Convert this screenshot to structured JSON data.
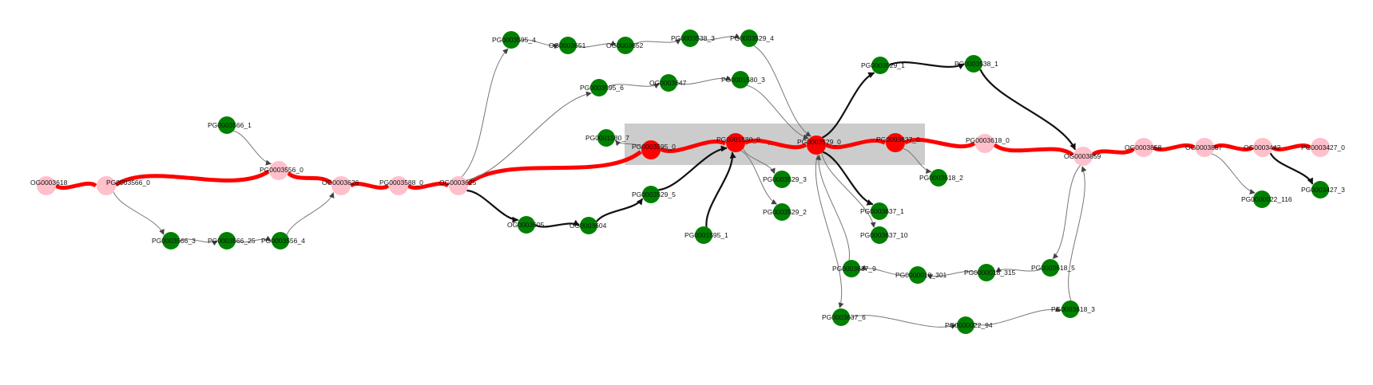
{
  "colors": {
    "path_node": "#ffc0cb",
    "variant_node": "#008000",
    "highlight_node": "#ff0000",
    "path_edge": "#ff0000",
    "branch_edge": "#111111",
    "thin_edge": "#777777",
    "highlight_box": "#cccccc"
  },
  "highlight_label": "m",
  "nodes": [
    {
      "id": "n01",
      "label": "OG0003618",
      "kind": "path"
    },
    {
      "id": "n02",
      "label": "PG0003566_0",
      "kind": "path"
    },
    {
      "id": "n03",
      "label": "PG0003556_0",
      "kind": "path"
    },
    {
      "id": "n04",
      "label": "OG0003626",
      "kind": "path"
    },
    {
      "id": "n05",
      "label": "PG0003588_0",
      "kind": "path"
    },
    {
      "id": "n06",
      "label": "OG0003625",
      "kind": "path"
    },
    {
      "id": "n07",
      "label": "PG0003566_1",
      "kind": "variant"
    },
    {
      "id": "n08",
      "label": "PG0003566_3",
      "kind": "variant"
    },
    {
      "id": "n09",
      "label": "PG0003566_25",
      "kind": "variant"
    },
    {
      "id": "n10",
      "label": "PG0003556_4",
      "kind": "variant"
    },
    {
      "id": "n11",
      "label": "PG0003595_4",
      "kind": "variant"
    },
    {
      "id": "n12",
      "label": "OG0003651",
      "kind": "variant"
    },
    {
      "id": "n13",
      "label": "OG0003652",
      "kind": "variant"
    },
    {
      "id": "n14",
      "label": "PG0003538_3",
      "kind": "variant"
    },
    {
      "id": "n15",
      "label": "PG0003529_4",
      "kind": "variant"
    },
    {
      "id": "n16",
      "label": "PG0003595_6",
      "kind": "variant"
    },
    {
      "id": "n17",
      "label": "OG0003647",
      "kind": "variant"
    },
    {
      "id": "n18",
      "label": "PG0001580_3",
      "kind": "variant"
    },
    {
      "id": "n19",
      "label": "PG0001580_7",
      "kind": "variant"
    },
    {
      "id": "n20",
      "label": "PG0003595_0",
      "kind": "highlight"
    },
    {
      "id": "n21",
      "label": "PG0001580_0",
      "kind": "highlight"
    },
    {
      "id": "n22",
      "label": "PG0003529_0",
      "kind": "highlight"
    },
    {
      "id": "n23",
      "label": "PG0003637_0",
      "kind": "highlight"
    },
    {
      "id": "n24",
      "label": "PG0003529_3",
      "kind": "variant"
    },
    {
      "id": "n25",
      "label": "PG0003529_2",
      "kind": "variant"
    },
    {
      "id": "n26",
      "label": "PG0003529_5",
      "kind": "variant"
    },
    {
      "id": "n27",
      "label": "OG0003605",
      "kind": "variant"
    },
    {
      "id": "n28",
      "label": "OG0003604",
      "kind": "variant"
    },
    {
      "id": "n29",
      "label": "PG0001595_1",
      "kind": "variant"
    },
    {
      "id": "n30",
      "label": "PG0003529_1",
      "kind": "variant"
    },
    {
      "id": "n31",
      "label": "PG0003538_1",
      "kind": "variant"
    },
    {
      "id": "n32",
      "label": "PG0003618_0",
      "kind": "path"
    },
    {
      "id": "n33",
      "label": "PG0003618_2",
      "kind": "variant"
    },
    {
      "id": "n34",
      "label": "OG0003859",
      "kind": "path"
    },
    {
      "id": "n35",
      "label": "OG0003858",
      "kind": "path"
    },
    {
      "id": "n36",
      "label": "OG0003857",
      "kind": "path"
    },
    {
      "id": "n37",
      "label": "OG0003442",
      "kind": "path"
    },
    {
      "id": "n38",
      "label": "PG0003427_0",
      "kind": "path"
    },
    {
      "id": "n39",
      "label": "PG0003427_3",
      "kind": "variant"
    },
    {
      "id": "n40",
      "label": "PG0000022_116",
      "kind": "variant"
    },
    {
      "id": "n41",
      "label": "PG0003637_1",
      "kind": "variant"
    },
    {
      "id": "n42",
      "label": "PG0003637_10",
      "kind": "variant"
    },
    {
      "id": "n43",
      "label": "PG0003637_9",
      "kind": "variant"
    },
    {
      "id": "n44",
      "label": "PG0000018_301",
      "kind": "variant"
    },
    {
      "id": "n45",
      "label": "PG0000018_315",
      "kind": "variant"
    },
    {
      "id": "n46",
      "label": "PG0003618_5",
      "kind": "variant"
    },
    {
      "id": "n47",
      "label": "PG0003637_6",
      "kind": "variant"
    },
    {
      "id": "n48",
      "label": "PG0000022_94",
      "kind": "variant"
    },
    {
      "id": "n49",
      "label": "PG0003618_3",
      "kind": "variant"
    }
  ],
  "edges": [
    {
      "from": "n01",
      "to": "n02",
      "kind": "path"
    },
    {
      "from": "n02",
      "to": "n03",
      "kind": "path"
    },
    {
      "from": "n03",
      "to": "n04",
      "kind": "path"
    },
    {
      "from": "n04",
      "to": "n05",
      "kind": "path"
    },
    {
      "from": "n05",
      "to": "n06",
      "kind": "path"
    },
    {
      "from": "n06",
      "to": "n20",
      "kind": "path"
    },
    {
      "from": "n20",
      "to": "n21",
      "kind": "path"
    },
    {
      "from": "n21",
      "to": "n22",
      "kind": "path"
    },
    {
      "from": "n22",
      "to": "n23",
      "kind": "path"
    },
    {
      "from": "n23",
      "to": "n32",
      "kind": "path"
    },
    {
      "from": "n32",
      "to": "n34",
      "kind": "path"
    },
    {
      "from": "n34",
      "to": "n35",
      "kind": "path"
    },
    {
      "from": "n35",
      "to": "n36",
      "kind": "path"
    },
    {
      "from": "n36",
      "to": "n37",
      "kind": "path"
    },
    {
      "from": "n37",
      "to": "n38",
      "kind": "path"
    },
    {
      "from": "n07",
      "to": "n03",
      "kind": "thin"
    },
    {
      "from": "n02",
      "to": "n08",
      "kind": "thin"
    },
    {
      "from": "n08",
      "to": "n09",
      "kind": "thin"
    },
    {
      "from": "n09",
      "to": "n10",
      "kind": "thin"
    },
    {
      "from": "n10",
      "to": "n04",
      "kind": "thin"
    },
    {
      "from": "n06",
      "to": "n11",
      "kind": "thin"
    },
    {
      "from": "n11",
      "to": "n12",
      "kind": "thin"
    },
    {
      "from": "n12",
      "to": "n13",
      "kind": "thin"
    },
    {
      "from": "n13",
      "to": "n14",
      "kind": "thin"
    },
    {
      "from": "n14",
      "to": "n15",
      "kind": "thin"
    },
    {
      "from": "n15",
      "to": "n22",
      "kind": "thin"
    },
    {
      "from": "n06",
      "to": "n16",
      "kind": "thin"
    },
    {
      "from": "n16",
      "to": "n17",
      "kind": "thin"
    },
    {
      "from": "n17",
      "to": "n18",
      "kind": "thin"
    },
    {
      "from": "n18",
      "to": "n22",
      "kind": "thin"
    },
    {
      "from": "n20",
      "to": "n19",
      "kind": "thin"
    },
    {
      "from": "n06",
      "to": "n27",
      "kind": "branch"
    },
    {
      "from": "n27",
      "to": "n28",
      "kind": "branch"
    },
    {
      "from": "n28",
      "to": "n26",
      "kind": "branch"
    },
    {
      "from": "n26",
      "to": "n21",
      "kind": "branch"
    },
    {
      "from": "n29",
      "to": "n21",
      "kind": "branch"
    },
    {
      "from": "n21",
      "to": "n24",
      "kind": "thin"
    },
    {
      "from": "n21",
      "to": "n25",
      "kind": "thin"
    },
    {
      "from": "n22",
      "to": "n30",
      "kind": "branch"
    },
    {
      "from": "n30",
      "to": "n31",
      "kind": "branch"
    },
    {
      "from": "n31",
      "to": "n34",
      "kind": "branch"
    },
    {
      "from": "n22",
      "to": "n41",
      "kind": "branch"
    },
    {
      "from": "n22",
      "to": "n42",
      "kind": "thin"
    },
    {
      "from": "n23",
      "to": "n33",
      "kind": "thin"
    },
    {
      "from": "n22",
      "to": "n47",
      "kind": "thin"
    },
    {
      "from": "n47",
      "to": "n48",
      "kind": "thin"
    },
    {
      "from": "n48",
      "to": "n49",
      "kind": "thin"
    },
    {
      "from": "n49",
      "to": "n34",
      "kind": "thin"
    },
    {
      "from": "n34",
      "to": "n46",
      "kind": "thin"
    },
    {
      "from": "n46",
      "to": "n45",
      "kind": "thin"
    },
    {
      "from": "n45",
      "to": "n44",
      "kind": "thin"
    },
    {
      "from": "n44",
      "to": "n43",
      "kind": "thin"
    },
    {
      "from": "n43",
      "to": "n22",
      "kind": "thin"
    },
    {
      "from": "n36",
      "to": "n40",
      "kind": "thin"
    },
    {
      "from": "n37",
      "to": "n39",
      "kind": "branch"
    }
  ]
}
